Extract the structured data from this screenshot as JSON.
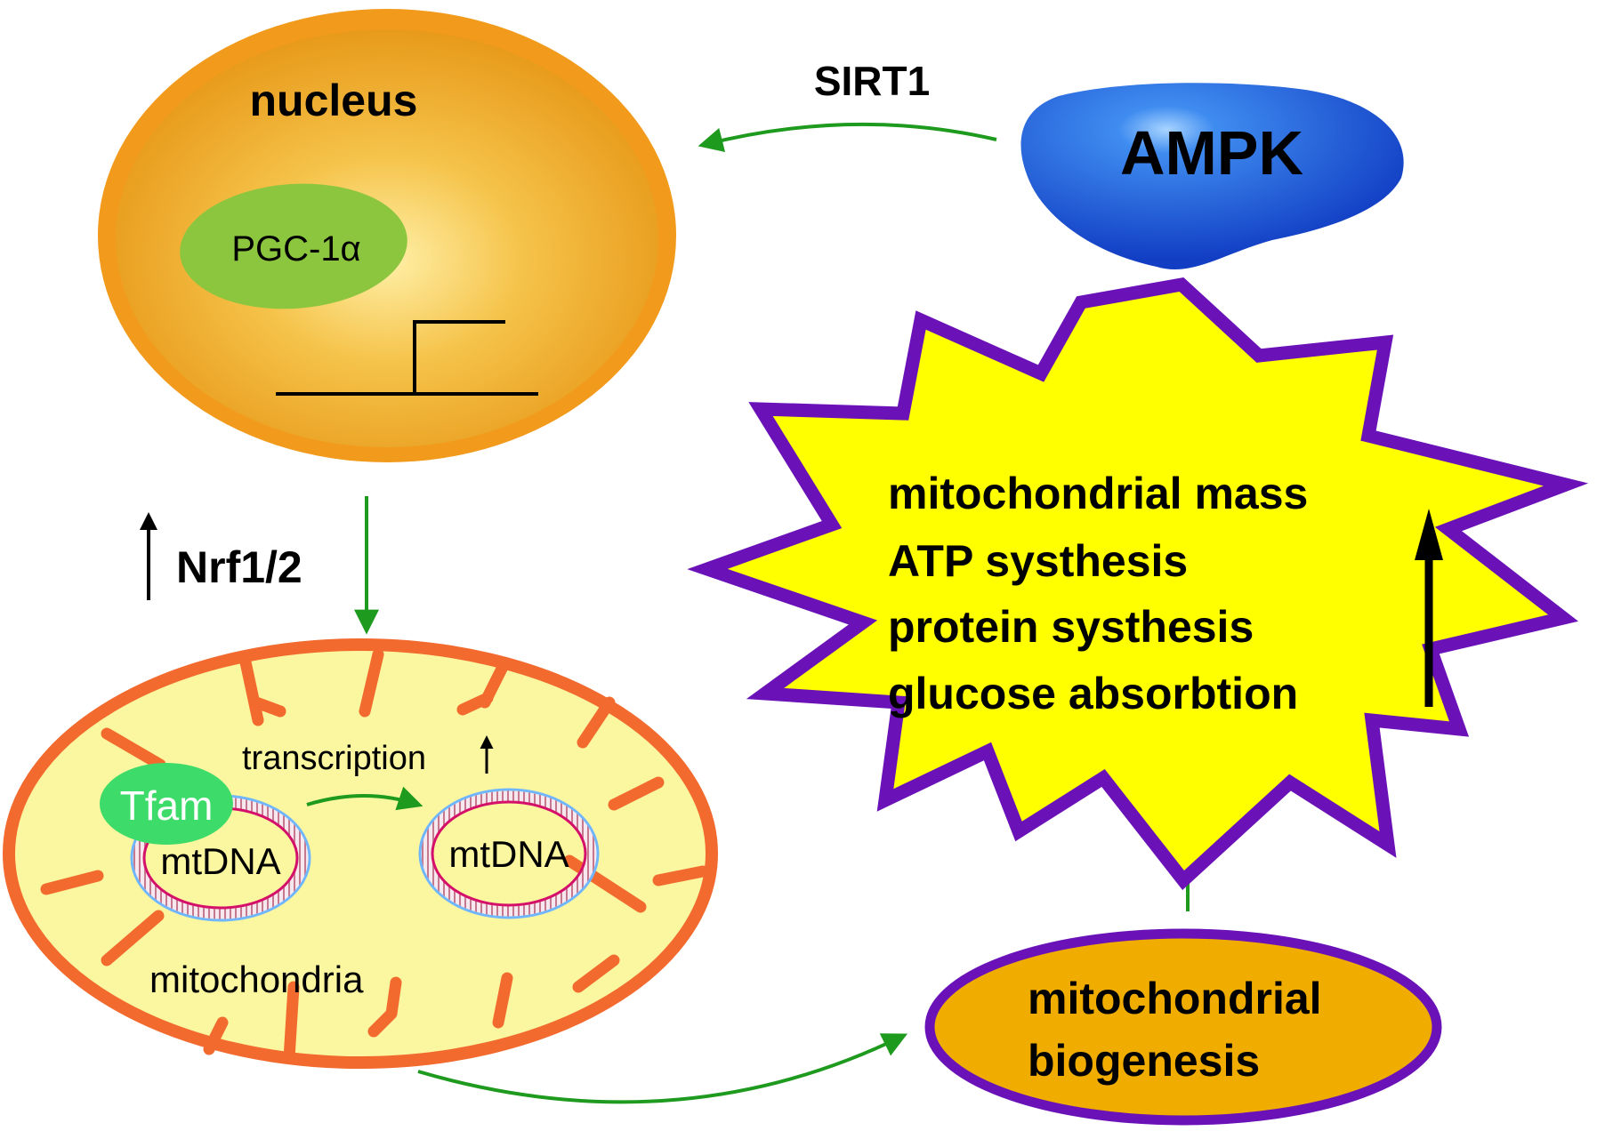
{
  "labels": {
    "nucleus": "nucleus",
    "pgc": "PGC-1α",
    "sirt1": "SIRT1",
    "ampk": "AMPK",
    "nrf": "Nrf1/2",
    "transcription": "transcription",
    "tfam": "Tfam",
    "mtdna_left": "mtDNA",
    "mtdna_right": "mtDNA",
    "mitochondria": "mitochondria",
    "biogenesis_line1": "mitochondrial",
    "biogenesis_line2": "biogenesis"
  },
  "outcomes": [
    "mitochondrial mass",
    "ATP systhesis",
    "protein systhesis",
    "glucose absorbtion"
  ],
  "colors": {
    "nucleus_outer": "#f29a1c",
    "nucleus_inner": "#f0b43a",
    "pgc_fill": "#8cc63e",
    "ampk_fill": "#1e5fd6",
    "arrow_green": "#1e9a1e",
    "mito_outline": "#f26a2e",
    "mito_fill": "#fbf6a0",
    "tfam_fill": "#3ddc6a",
    "star_fill": "#ffff00",
    "star_outline": "#6a12b8",
    "biogenesis_fill": "#f0ad00",
    "biogenesis_outline": "#6a12b8"
  }
}
